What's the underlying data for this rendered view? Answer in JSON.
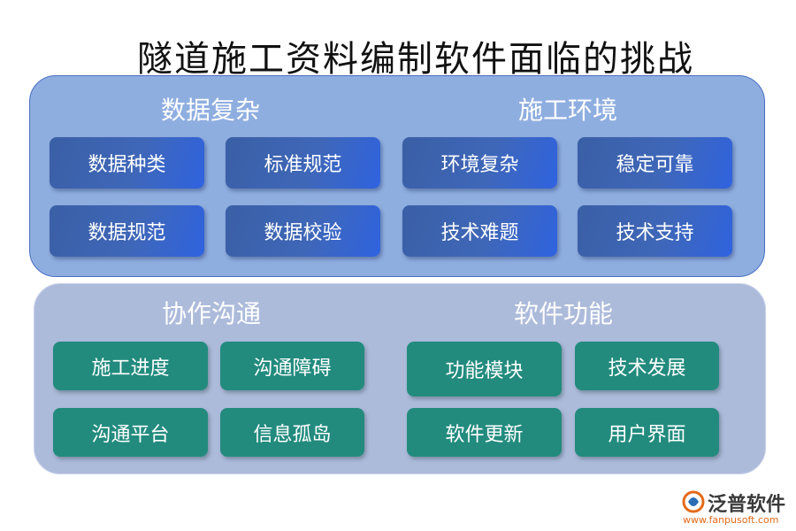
{
  "title": "隧道施工资料编制软件面临的挑战",
  "top_panel": {
    "left_heading": "数据复杂",
    "right_heading": "施工环境",
    "chips": [
      "数据种类",
      "标准规范",
      "数据规范",
      "数据校验",
      "环境复杂",
      "稳定可靠",
      "技术难题",
      "技术支持"
    ]
  },
  "bottom_panel": {
    "left_heading": "协作沟通",
    "right_heading": "软件功能",
    "chips": [
      "施工进度",
      "沟通障碍",
      "沟通平台",
      "信息孤岛",
      "功能模块",
      "技术发展",
      "软件更新",
      "用户界面"
    ]
  },
  "logo": {
    "name": "泛普软件",
    "url": "www.fanpusoft.com"
  }
}
